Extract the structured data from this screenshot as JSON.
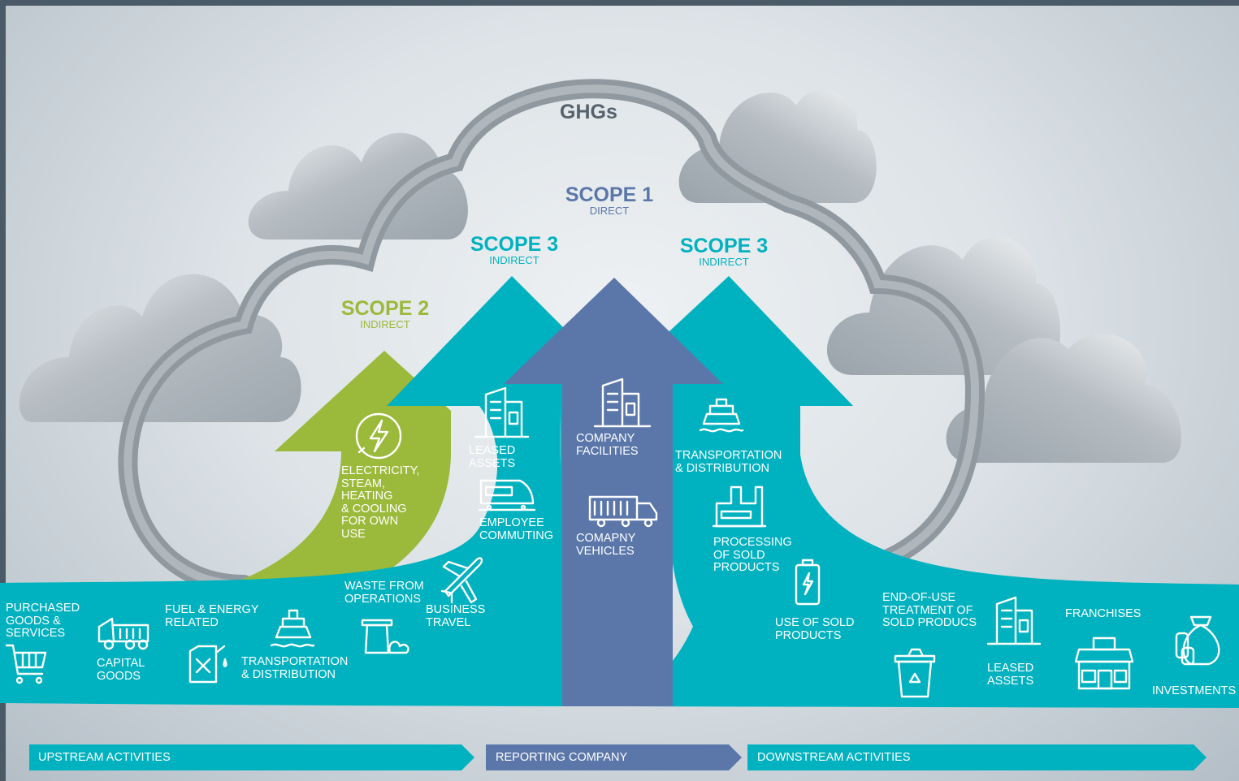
{
  "ghg": "GHGs",
  "scopes": {
    "scope1": {
      "title": "SCOPE 1",
      "sub": "DIRECT"
    },
    "scope2": {
      "title": "SCOPE 2",
      "sub": "INDIRECT"
    },
    "scope3_up": {
      "title": "SCOPE 3",
      "sub": "INDIRECT"
    },
    "scope3_down": {
      "title": "SCOPE 3",
      "sub": "INDIRECT"
    }
  },
  "labels": {
    "electricity": "ELECTRICITY,\nSTEAM,\nHEATING\n& COOLING\nFOR OWN\nUSE",
    "leased_assets_up": "LEASED\nASSETS",
    "employee_commuting": "EMPLOYEE\nCOMMUTING",
    "company_facilities": "COMPANY\nFACILITIES",
    "company_vehicles": "COMAPNY\nVEHICLES",
    "transport_down": "TRANSPORTATION\n& DISTRIBUTION",
    "processing": "PROCESSING\nOF SOLD\nPRODUCTS",
    "use_of_sold": "USE OF SOLD\nPRODUCTS",
    "end_of_use": "END-OF-USE\nTREATMENT OF\nSOLD PRODUCS",
    "leased_assets_down": "LEASED\nASSETS",
    "franchises": "FRANCHISES",
    "investments": "INVESTMENTS",
    "purchased": "PURCHASED\nGOODS &\nSERVICES",
    "capital": "CAPITAL\nGOODS",
    "fuel": "FUEL & ENERGY\nRELATED",
    "transport_up": "TRANSPORTATION\n& DISTRIBUTION",
    "waste": "WASTE FROM\nOPERATIONS",
    "business_travel": "BUSINESS\nTRAVEL"
  },
  "bands": {
    "upstream": "UPSTREAM ACTIVITIES",
    "reporting": "REPORTING COMPANY",
    "downstream": "DOWNSTREAM ACTIVITIES"
  },
  "colors": {
    "teal": "#00b2bf",
    "green": "#9bb93a",
    "blue": "#5b77aa",
    "cloud_outline": "#8f999f",
    "ghg_text": "#56626c"
  },
  "icons": [
    "lightning-icon",
    "building-icon",
    "train-icon",
    "truck-icon",
    "ship-icon",
    "factory-icon",
    "battery-icon",
    "trash-icon",
    "storefront-icon",
    "money-bag-icon",
    "shopping-cart-icon",
    "dump-truck-icon",
    "fuel-can-icon",
    "waste-bin-icon",
    "airplane-icon"
  ]
}
